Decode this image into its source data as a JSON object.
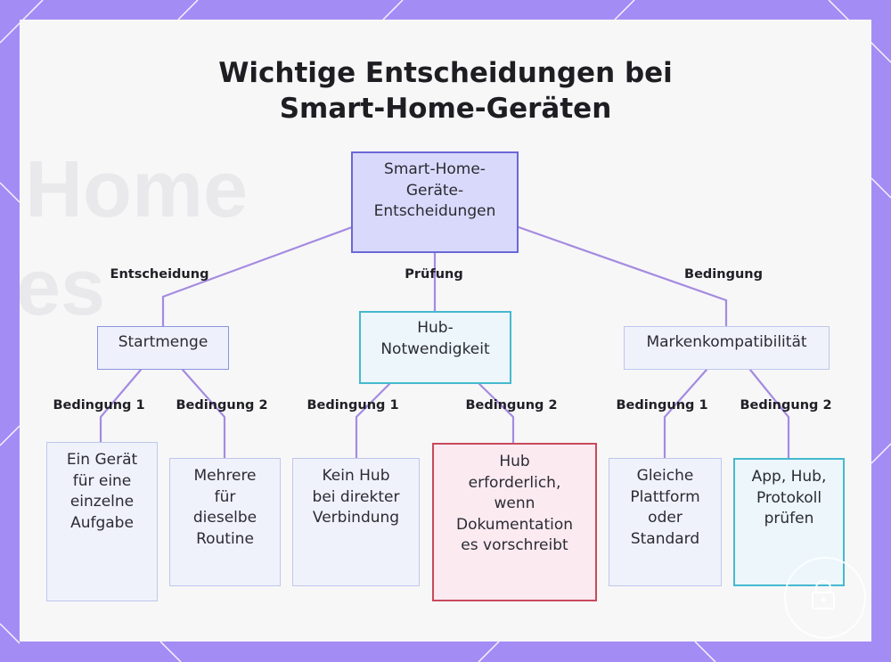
{
  "title_lines": [
    "Wichtige Entscheidungen bei",
    "Smart-Home-Geräten"
  ],
  "background_text": [
    "Home",
    "es"
  ],
  "colors": {
    "frame": "#a48cf5",
    "panel": "#f7f7f8",
    "edge": "#a58be0",
    "root_fill": "#d9dafb",
    "root_border": "#6a68d6",
    "plain_fill": "#eef0fb",
    "plain_border": "#8a94dc",
    "light_fill": "#f0f2fb",
    "light_border": "#bfc6ec",
    "cyan_fill": "#ecf6fb",
    "cyan_border": "#45b9cf",
    "red_fill": "#fbeaf0",
    "red_border": "#c94a5c"
  },
  "nodes": {
    "root": {
      "lines": [
        "Smart-Home-",
        "Geräte-",
        "Entscheidungen"
      ]
    },
    "startmenge": {
      "lines": [
        "Startmenge"
      ]
    },
    "hub": {
      "lines": [
        "Hub-",
        "Notwendigkeit"
      ]
    },
    "marken": {
      "lines": [
        "Markenkompatibilität"
      ]
    },
    "start_1": {
      "lines": [
        "Ein Gerät",
        "für eine",
        "einzelne",
        "Aufgabe"
      ]
    },
    "start_2": {
      "lines": [
        "Mehrere",
        "für",
        "dieselbe",
        "Routine"
      ]
    },
    "hub_1": {
      "lines": [
        "Kein Hub",
        "bei direkter",
        "Verbindung"
      ]
    },
    "hub_2": {
      "lines": [
        "Hub",
        "erforderlich,",
        "wenn",
        "Dokumentation",
        "es vorschreibt"
      ]
    },
    "marken_1": {
      "lines": [
        "Gleiche",
        "Plattform",
        "oder",
        "Standard"
      ]
    },
    "marken_2": {
      "lines": [
        "App, Hub,",
        "Protokoll",
        "prüfen"
      ]
    }
  },
  "edge_labels": {
    "root_startmenge": "Entscheidung",
    "root_hub": "Prüfung",
    "root_marken": "Bedingung",
    "startmenge_1": "Bedingung 1",
    "startmenge_2": "Bedingung 2",
    "hub_1": "Bedingung 1",
    "hub_2": "Bedingung 2",
    "marken_1": "Bedingung 1",
    "marken_2": "Bedingung 2"
  },
  "icons": [
    "lock-icon"
  ]
}
